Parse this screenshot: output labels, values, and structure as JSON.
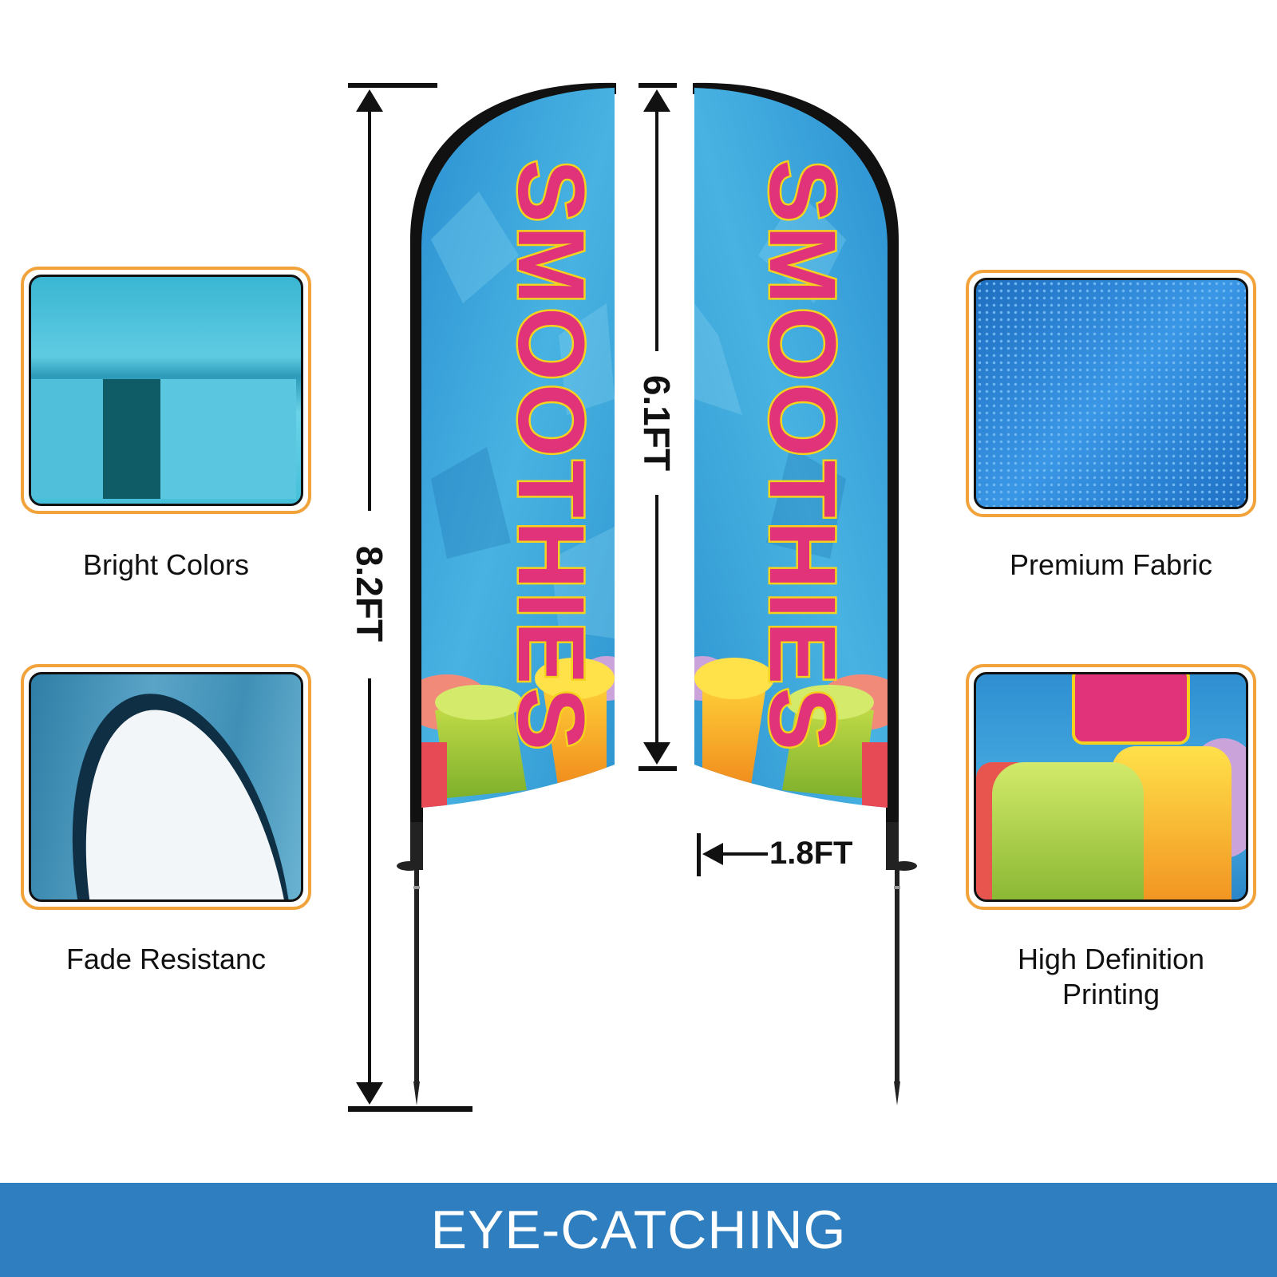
{
  "features": {
    "bright_colors": "Bright Colors",
    "fade_resistance": "Fade Resistanc",
    "premium_fabric": "Premium Fabric",
    "hd_printing_line1": "High Definition",
    "hd_printing_line2": "Printing"
  },
  "dimensions": {
    "total_height": "8.2FT",
    "flag_height": "6.1FT",
    "flag_width": "1.8FT"
  },
  "flag_text": "SMOOTHIES",
  "banner": {
    "title": "EYE-CATCHING"
  },
  "colors": {
    "accent_orange": "#f2a23a",
    "banner_blue": "#2f7fc0",
    "flag_sky": "#3aa6d8",
    "letter_pink": "#e0337a",
    "letter_yellow": "#f5d21e"
  }
}
